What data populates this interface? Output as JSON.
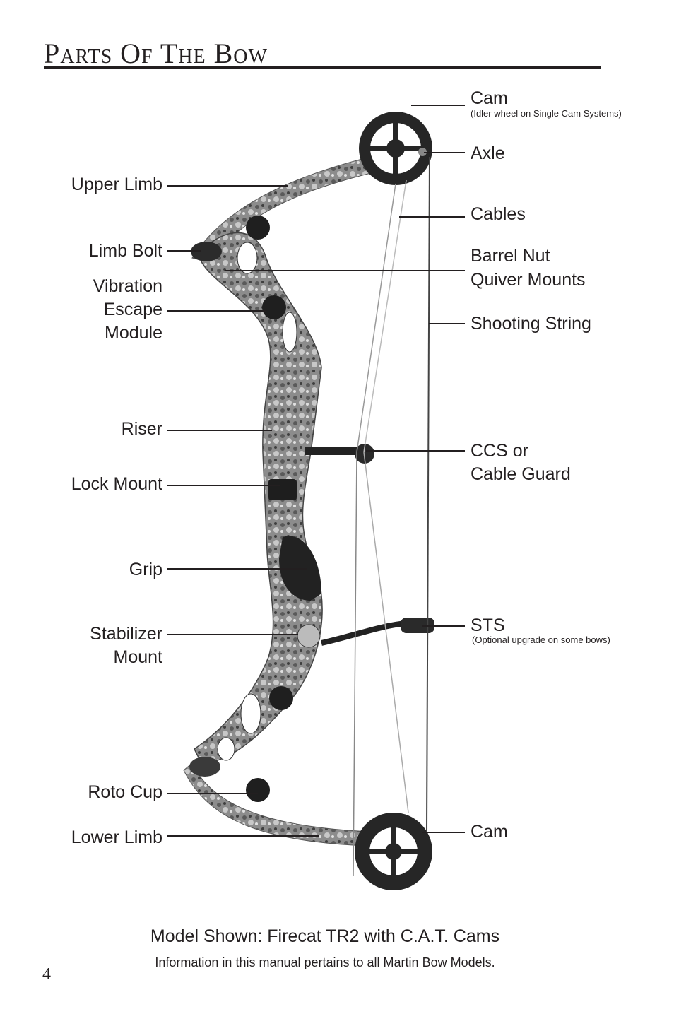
{
  "page": {
    "title": "Parts Of The Bow",
    "page_number": "4"
  },
  "labels_left": {
    "upper_limb": "Upper Limb",
    "limb_bolt": "Limb Bolt",
    "vibration_1": "Vibration",
    "vibration_2": "Escape",
    "vibration_3": "Module",
    "riser": "Riser",
    "lock_mount": "Lock Mount",
    "grip": "Grip",
    "stabilizer_1": "Stabilizer",
    "stabilizer_2": "Mount",
    "roto_cup": "Roto Cup",
    "lower_limb": "Lower Limb"
  },
  "labels_right": {
    "cam_top": "Cam",
    "cam_top_note": "(Idler wheel on Single Cam Systems)",
    "axle": "Axle",
    "cables": "Cables",
    "barrel_nut": "Barrel Nut",
    "quiver_mounts": "Quiver Mounts",
    "shooting_string": "Shooting String",
    "ccs_1": "CCS or",
    "ccs_2": "Cable Guard",
    "sts": "STS",
    "sts_note": "(Optional upgrade on some bows)",
    "cam_bottom": "Cam"
  },
  "footer": {
    "model": "Model Shown: Firecat TR2 with C.A.T. Cams",
    "info": "Information in this manual pertains to all Martin Bow Models."
  }
}
